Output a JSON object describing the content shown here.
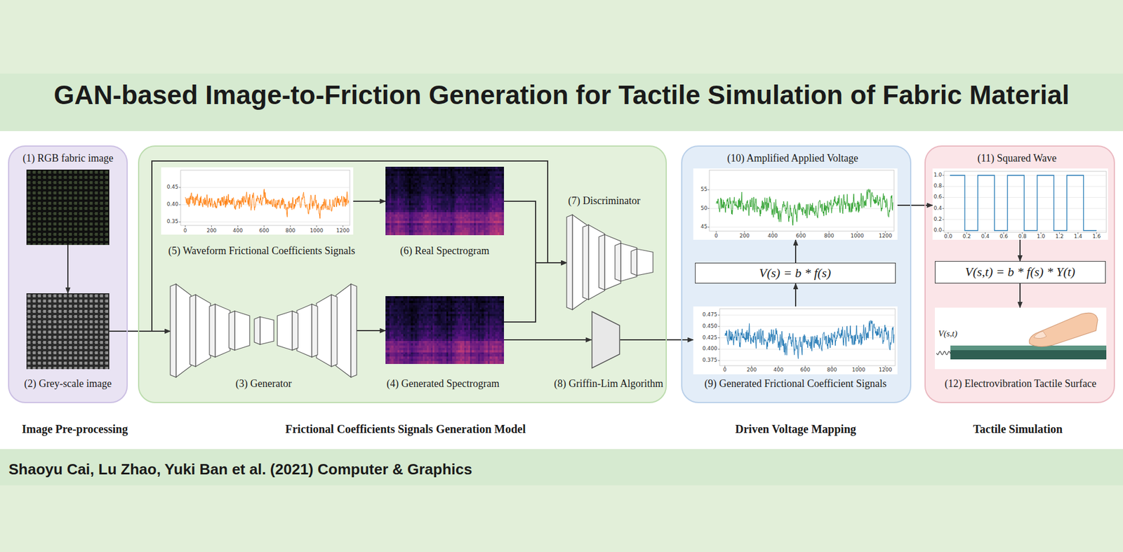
{
  "diagram": {
    "title": "GAN-based Image-to-Friction Generation for Tactile Simulation of Fabric Material",
    "caption": "Shaoyu Cai, Lu Zhao, Yuki Ban et al. (2021) Computer & Graphics",
    "nodes": [
      {
        "text": [
          "Image Pre-processing"
        ]
      },
      {
        "text": [
          "(1) RGB fabric image"
        ],
        "in": 0
      },
      {
        "text": [
          "(2) Grey-scale image"
        ],
        "in": 0
      },
      {
        "text": [
          "Frictional Coefficients Signals Generation Model"
        ]
      },
      {
        "text": [
          "(5) Waveform Frictional Coefficients Signals"
        ],
        "in": 3
      },
      {
        "text": [
          "(6) Real Spectrogram"
        ],
        "in": 3
      },
      {
        "text": [
          "(7) Discriminator"
        ],
        "in": 3
      },
      {
        "text": [
          "(3) Generator"
        ],
        "in": 3
      },
      {
        "text": [
          "(4) Generated Spectrogram"
        ],
        "in": 3
      },
      {
        "text": [
          "(8) Griffin-Lim Algorithm"
        ],
        "in": 3
      },
      {
        "text": [
          "Driven Voltage Mapping"
        ]
      },
      {
        "text": [
          "(10) Amplified Applied Voltage"
        ],
        "in": 10
      },
      {
        "text": [
          "V(s) = b * f(s)"
        ],
        "in": 10
      },
      {
        "text": [
          "(9) Generated Frictional Coefficient Signals"
        ],
        "in": 10
      },
      {
        "text": [
          "Tactile Simulation"
        ]
      },
      {
        "text": [
          "(11) Squared Wave"
        ],
        "in": 14
      },
      {
        "text": [
          "V(s,t) = b * f(s) * Y(t)"
        ],
        "in": 14
      },
      {
        "text": [
          "(12) Electrovibration Tactile Surface"
        ],
        "in": 14
      }
    ],
    "edges": [
      {
        "from": 1,
        "to": 2,
        "arrow": "to"
      },
      {
        "from": 2,
        "to": 7,
        "arrow": "to"
      },
      {
        "from": 2,
        "to": 6,
        "arrow": "to"
      },
      {
        "from": 4,
        "to": 5,
        "arrow": "to"
      },
      {
        "from": 5,
        "to": 6,
        "arrow": "to"
      },
      {
        "from": 7,
        "to": 8,
        "arrow": "to"
      },
      {
        "from": 8,
        "to": 6,
        "arrow": "to"
      },
      {
        "from": 8,
        "to": 9,
        "arrow": "to"
      },
      {
        "from": 9,
        "to": 13,
        "arrow": "to"
      },
      {
        "from": 13,
        "to": 12,
        "arrow": "to"
      },
      {
        "from": 12,
        "to": 11,
        "arrow": "to"
      },
      {
        "from": 11,
        "to": 15,
        "arrow": "to"
      },
      {
        "from": 15,
        "to": 16,
        "arrow": "to"
      },
      {
        "from": 16,
        "to": 17,
        "arrow": "to"
      }
    ],
    "labels": [
      "0.45",
      "0.40",
      "0.35",
      "0",
      "200",
      "400",
      "600",
      "800",
      "1000",
      "1200",
      "55",
      "50",
      "45",
      "0",
      "200",
      "400",
      "600",
      "800",
      "1000",
      "1200",
      "0.475",
      "0.450",
      "0.425",
      "0.400",
      "0.375",
      "0",
      "200",
      "400",
      "600",
      "800",
      "1000",
      "1200",
      "1.0",
      "0.8",
      "0.6",
      "0.4",
      "0.2",
      "0.0",
      "0.0",
      "0.2",
      "0.4",
      "0.6",
      "0.8",
      "1.0",
      "1.2",
      "1.4",
      "1.6",
      "V(s,t)"
    ]
  }
}
